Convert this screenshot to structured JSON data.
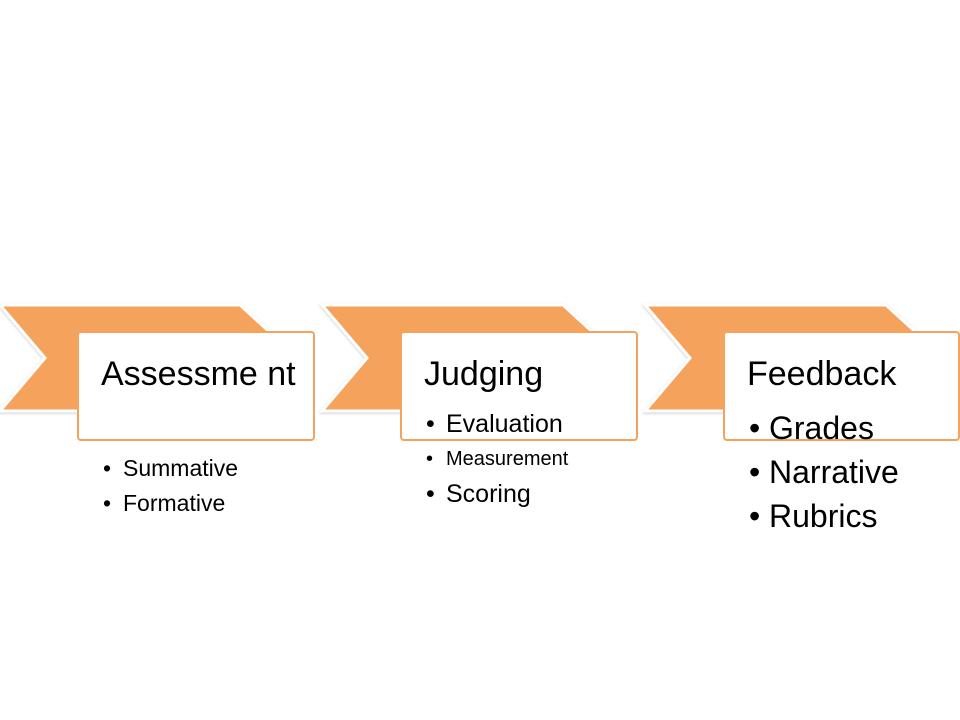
{
  "colors": {
    "chevron_fill": "#F5A25D",
    "card_border": "#F5A25D",
    "text": "#000000",
    "background": "#FFFFFF"
  },
  "stages": [
    {
      "title": "Assessme nt",
      "items": [
        "Summative",
        "Formative"
      ]
    },
    {
      "title": "Judging",
      "items": [
        "Evaluation",
        "Measurement",
        "Scoring"
      ]
    },
    {
      "title": "Feedback",
      "items": [
        "Grades",
        "Narrative",
        "Rubrics"
      ]
    }
  ]
}
